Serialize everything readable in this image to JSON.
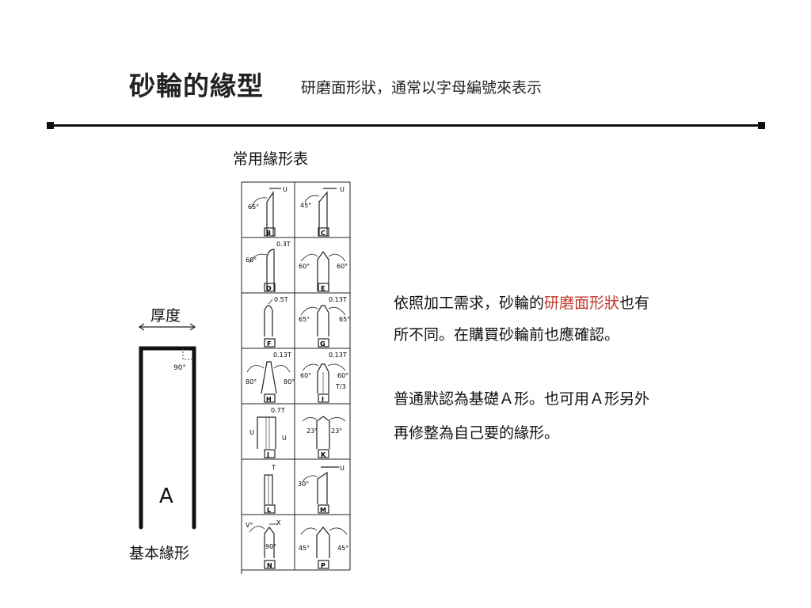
{
  "header": {
    "title": "砂輪的緣型",
    "subtitle": "研磨面形狀，通常以字母編號來表示"
  },
  "table": {
    "title": "常用緣形表",
    "cells": [
      {
        "code": "B",
        "labels": [
          "65°",
          "U"
        ]
      },
      {
        "code": "C",
        "labels": [
          "45°",
          "U"
        ]
      },
      {
        "code": "D",
        "labels": [
          "60°",
          "0.3T"
        ]
      },
      {
        "code": "E",
        "labels": [
          "60°",
          "60°"
        ]
      },
      {
        "code": "F",
        "labels": [
          "0.5T"
        ]
      },
      {
        "code": "G",
        "labels": [
          "65°",
          "65°",
          "0.13T"
        ]
      },
      {
        "code": "H",
        "labels": [
          "80°",
          "80°",
          "0.13T"
        ]
      },
      {
        "code": "I",
        "labels": [
          "60°",
          "60°",
          "0.13T",
          "T/3"
        ]
      },
      {
        "code": "J",
        "labels": [
          "0.7T",
          "U",
          "U"
        ]
      },
      {
        "code": "K",
        "labels": [
          "23°",
          "23°"
        ]
      },
      {
        "code": "L",
        "labels": [
          "T"
        ]
      },
      {
        "code": "M",
        "labels": [
          "30°",
          "U"
        ]
      },
      {
        "code": "N",
        "labels": [
          "V°",
          "X",
          "90°"
        ]
      },
      {
        "code": "P",
        "labels": [
          "45°",
          "45°"
        ]
      }
    ]
  },
  "description": {
    "line1_pre": "依照加工需求，砂輪的",
    "line1_highlight": "研磨面形狀",
    "line1_post": "也有",
    "line2": "所不同。在購買砂輪前也應確認。",
    "line3": "普通默認為基礎Ａ形。也可用Ａ形另外",
    "line4": "再修整為自己要的緣形。"
  },
  "base_shape": {
    "thickness_label": "厚度",
    "angle_label": "90°",
    "letter": "A",
    "caption": "基本緣形"
  },
  "colors": {
    "highlight": "#c0392b",
    "line": "#111111"
  }
}
